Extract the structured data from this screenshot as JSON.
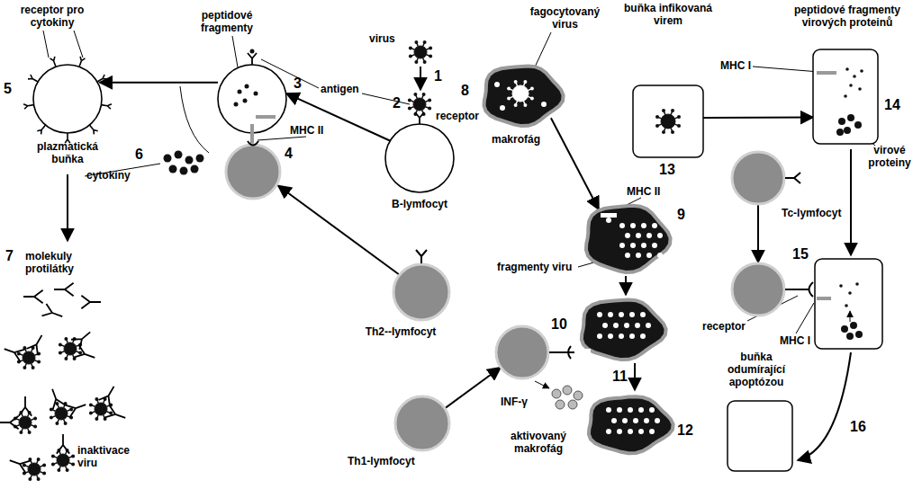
{
  "diagram": {
    "nodes": [
      {
        "text": [
          "5",
          "plazmatická buňka"
        ]
      },
      {
        "text": [
          "3"
        ]
      },
      {
        "text": [
          "4"
        ]
      },
      {
        "text": [
          "B-lymfocyt"
        ]
      },
      {
        "text": [
          "Th2--lymfocyt"
        ]
      },
      {
        "text": [
          "8",
          "makrofág"
        ]
      },
      {
        "text": [
          "9"
        ]
      },
      {
        "text": [
          "10"
        ]
      },
      {
        "text": [
          "12",
          "aktivovaný makrofág"
        ]
      },
      {
        "text": [
          "Th1-lymfocyt"
        ]
      },
      {
        "text": [
          "buňka infikovaná virem",
          "13"
        ]
      },
      {
        "text": [
          "peptidové fragmenty virových proteinů",
          "14"
        ]
      },
      {
        "text": [
          "Tc-lymfocyt"
        ]
      },
      {
        "text": [
          "15"
        ]
      },
      {
        "text": [
          "buňka odumírající apoptózou"
        ]
      }
    ],
    "edges": [
      {
        "from": 3,
        "to": 1,
        "arrow": "to"
      },
      {
        "from": 4,
        "to": 2,
        "arrow": "to"
      },
      {
        "from": 1,
        "to": 0,
        "arrow": "to"
      },
      {
        "from": 5,
        "to": 6,
        "arrow": "to"
      },
      {
        "from": 9,
        "to": 7,
        "arrow": "to"
      },
      {
        "from": 10,
        "to": 11,
        "arrow": "to"
      },
      {
        "from": 12,
        "to": 13,
        "arrow": "to"
      }
    ],
    "labels": [
      "receptor pro cytokiny",
      "peptidové fragmenty",
      "antigen",
      "virus",
      "1",
      "2",
      "receptor",
      "MHC II",
      "6",
      "cytokiny",
      "7",
      "molekuly protilátky",
      "inaktivace viru",
      "fagocytovaný virus",
      "MHC II",
      "fragmenty viru",
      "INF-γ",
      "11",
      "MHC I",
      "virové proteiny",
      "receptor",
      "MHC I",
      "16"
    ]
  }
}
